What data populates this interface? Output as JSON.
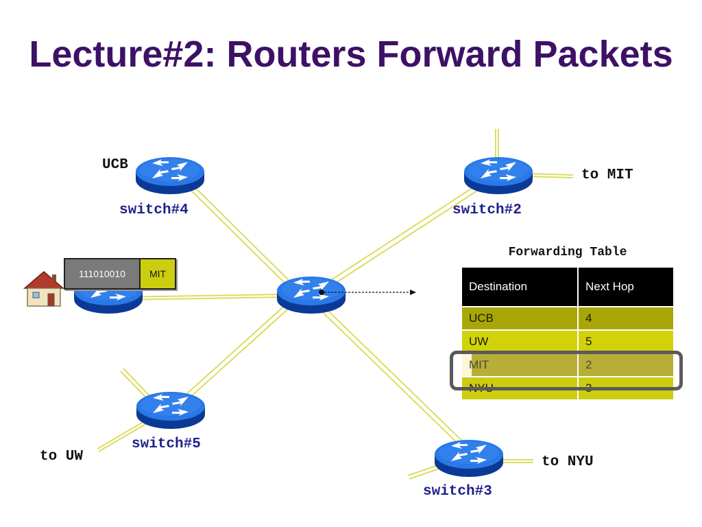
{
  "slide": {
    "title": "Lecture#2: Routers Forward Packets"
  },
  "routers": [
    {
      "id": "switch4",
      "label": "switch#4"
    },
    {
      "id": "switch2",
      "label": "switch#2"
    },
    {
      "id": "switch5",
      "label": "switch#5"
    },
    {
      "id": "switch3",
      "label": "switch#3"
    },
    {
      "id": "center",
      "label": ""
    },
    {
      "id": "ucb-local",
      "label": ""
    }
  ],
  "site_labels": {
    "ucb": "UCB",
    "to_mit": "to MIT",
    "to_uw": "to UW",
    "to_nyu": "to NYU"
  },
  "packet": {
    "bits": "111010010",
    "destination": "MIT"
  },
  "forwarding_table": {
    "caption": "Forwarding Table",
    "headers": [
      "Destination",
      "Next Hop"
    ],
    "rows": [
      {
        "destination": "UCB",
        "next_hop": "4"
      },
      {
        "destination": "UW",
        "next_hop": "5"
      },
      {
        "destination": "MIT",
        "next_hop": "2"
      },
      {
        "destination": "NYU",
        "next_hop": "3"
      }
    ],
    "highlighted_row": 2
  },
  "colors": {
    "title": "#3d1166",
    "router_blue": "#1a62d6",
    "link_yellow": "#dcdc60",
    "switch_label_blue": "#1f1f8c"
  },
  "icons": {
    "router": "router-icon",
    "house": "house-icon"
  }
}
